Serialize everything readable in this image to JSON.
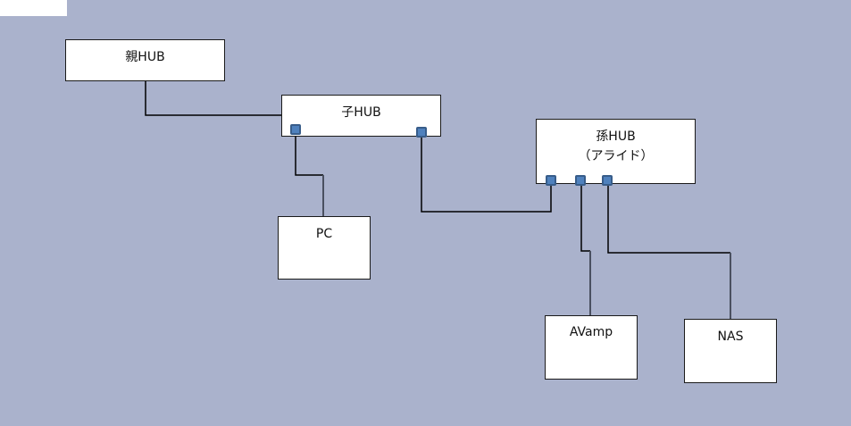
{
  "diagram": {
    "title": "Network topology",
    "colors": {
      "background": "#aab2cc",
      "node_fill": "#ffffff",
      "node_border": "#1a1a1a",
      "port_fill": "#4f81bd",
      "port_border": "#385d8a",
      "wire_dark": "#000000",
      "wire_gray": "#4a5060"
    },
    "nodes": {
      "parent_hub": {
        "label": "親HUB"
      },
      "child_hub": {
        "label": "子HUB"
      },
      "grandchild_hub": {
        "label": "孫HUB",
        "sublabel": "（アライド）"
      },
      "pc": {
        "label": "PC"
      },
      "avamp": {
        "label": "AVamp"
      },
      "nas": {
        "label": "NAS"
      }
    },
    "connections": [
      {
        "from": "parent_hub",
        "to": "child_hub"
      },
      {
        "from": "child_hub",
        "to": "pc"
      },
      {
        "from": "child_hub",
        "to": "grandchild_hub"
      },
      {
        "from": "grandchild_hub",
        "to": "avamp"
      },
      {
        "from": "grandchild_hub",
        "to": "nas"
      }
    ]
  }
}
